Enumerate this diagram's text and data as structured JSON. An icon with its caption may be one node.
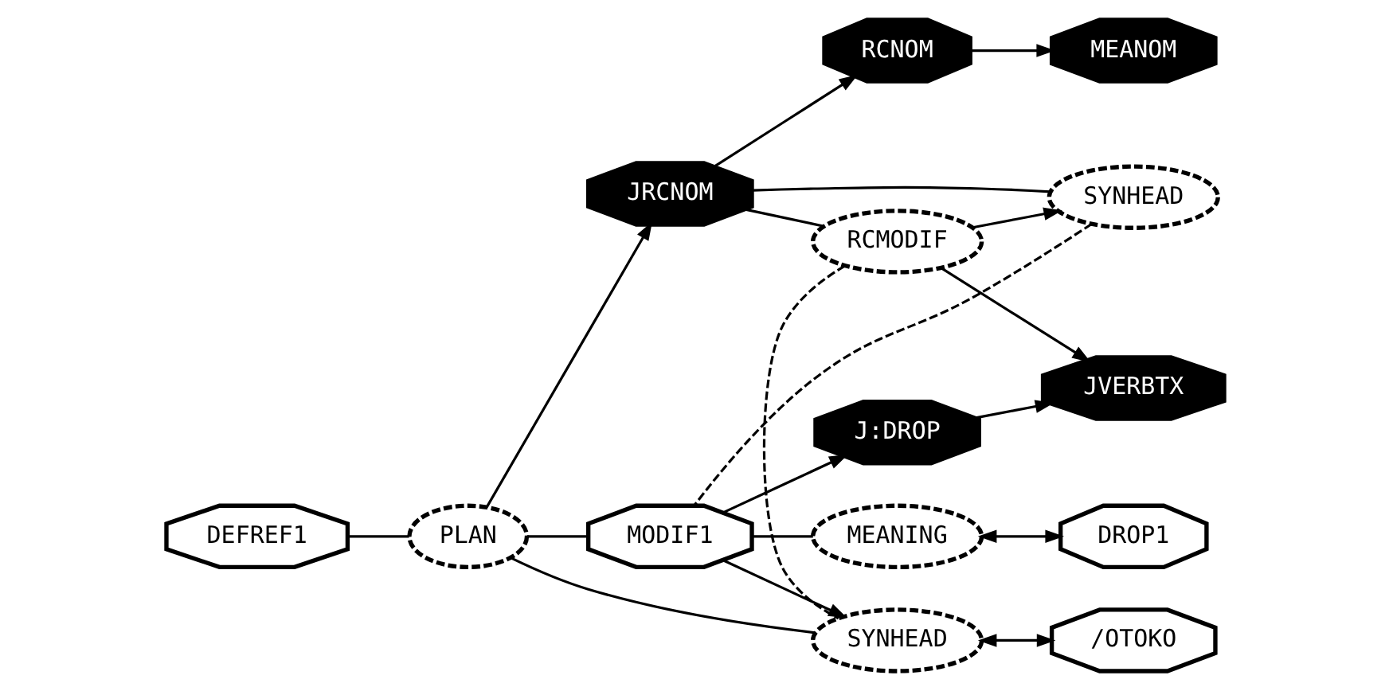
{
  "diagram": {
    "nodes": [
      {
        "text": [
          "MEANOM"
        ]
      },
      {
        "text": [
          "RCNOM"
        ]
      },
      {
        "text": [
          "JRCNOM"
        ]
      },
      {
        "text": [
          "JVERBTX"
        ]
      },
      {
        "text": [
          "RCMODIF"
        ]
      },
      {
        "text": [
          "SYNHEAD"
        ]
      },
      {
        "text": [
          "J:DROP"
        ]
      },
      {
        "text": [
          "DEFREF1"
        ]
      },
      {
        "text": [
          "PLAN"
        ]
      },
      {
        "text": [
          "MODIF1"
        ]
      },
      {
        "text": [
          "MEANING"
        ]
      },
      {
        "text": [
          "DROP1"
        ]
      },
      {
        "text": [
          "SYNHEAD"
        ]
      },
      {
        "text": [
          "/OTOKO"
        ]
      }
    ],
    "edges": [
      {
        "from": 1,
        "to": 0,
        "arrow": "to"
      },
      {
        "from": 2,
        "to": 1,
        "arrow": "to"
      },
      {
        "from": 2,
        "to": 4,
        "arrow": "none"
      },
      {
        "from": 2,
        "to": 5,
        "arrow": "none"
      },
      {
        "from": 4,
        "to": 3,
        "arrow": "to"
      },
      {
        "from": 4,
        "to": 5,
        "arrow": "to"
      },
      {
        "from": 4,
        "to": 12,
        "arrow": "none",
        "style": "dashed"
      },
      {
        "from": 5,
        "to": 9,
        "arrow": "none",
        "style": "dashed"
      },
      {
        "from": 6,
        "to": 3,
        "arrow": "to"
      },
      {
        "from": 7,
        "to": 8,
        "arrow": "none"
      },
      {
        "from": 8,
        "to": 2,
        "arrow": "to"
      },
      {
        "from": 8,
        "to": 9,
        "arrow": "none"
      },
      {
        "from": 8,
        "to": 12,
        "arrow": "none"
      },
      {
        "from": 9,
        "to": 6,
        "arrow": "to"
      },
      {
        "from": 9,
        "to": 10,
        "arrow": "none"
      },
      {
        "from": 9,
        "to": 12,
        "arrow": "to"
      },
      {
        "from": 10,
        "to": 11,
        "arrow": "both"
      },
      {
        "from": 12,
        "to": 13,
        "arrow": "both"
      }
    ]
  }
}
